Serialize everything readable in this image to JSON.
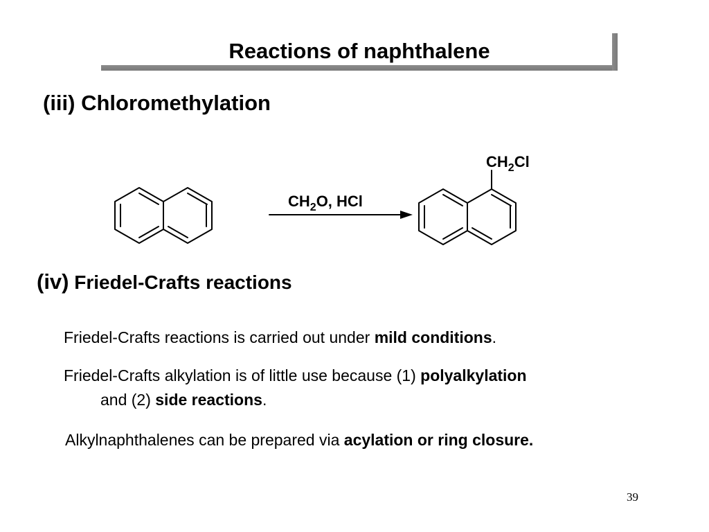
{
  "slide": {
    "title": "Reactions of naphthalene",
    "page_number": "39"
  },
  "section_iii": {
    "heading": "(iii) Chloromethylation"
  },
  "reaction": {
    "reagent_1": "CH",
    "reagent_sub": "2",
    "reagent_2": "O, HCl",
    "substituent_1": "CH",
    "substituent_sub": "2",
    "substituent_2": "Cl"
  },
  "section_iv": {
    "heading_num": "(iv)",
    "heading_text": " Friedel-Crafts reactions",
    "bullets": {
      "p1_text": "Friedel-Crafts reactions is carried out under ",
      "p1_bold": "mild conditions",
      "p1_end": ".",
      "p2_text": "Friedel-Crafts alkylation is of little use because (1) ",
      "p2_bold": "polyalkylation",
      "p2b_text": "and (2) ",
      "p2b_bold": "side reactions",
      "p2b_end": ".",
      "p3_text": "Alkylnaphthalenes can be prepared via ",
      "p3_bold": "acylation or ring closure."
    }
  }
}
